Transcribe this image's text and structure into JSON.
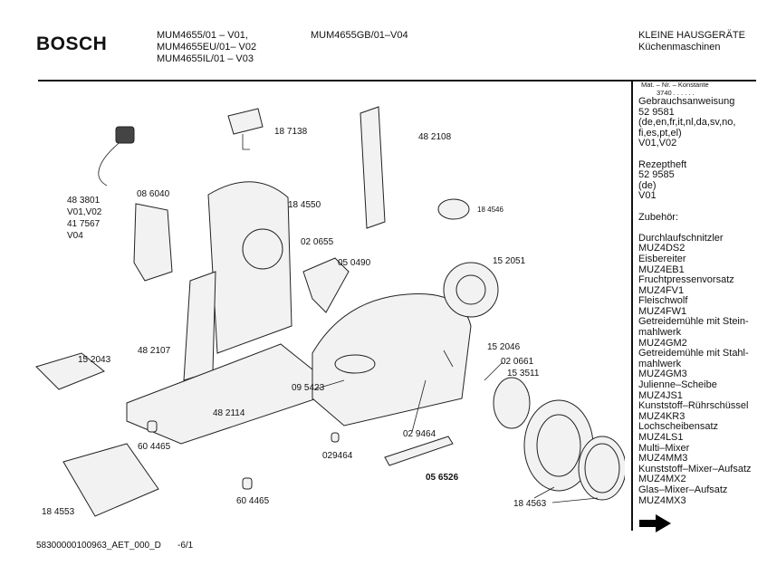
{
  "header": {
    "brand": "BOSCH",
    "models": [
      "MUM4655/01     – V01,",
      "MUM4655EU/01– V02",
      "MUM4655IL/01   – V03"
    ],
    "model_extra": "MUM4655GB/01–V04",
    "category": "KLEINE HAUSGERÄTE",
    "subcategory": "Küchenmaschinen"
  },
  "sidebar": {
    "mat_label": "Mat. – Nr. – Konstante",
    "mat_value": "3740  .  .  .  .  .  .",
    "manual": [
      "Gebrauchsanweisung",
      "52 9581",
      "(de,en,fr,it,nl,da,sv,no,",
      "fi,es,pt,el)",
      "V01,V02"
    ],
    "recipe": [
      "Rezeptheft",
      "52 9585",
      "(de)",
      "V01"
    ],
    "accessories_title": "Zubehör:",
    "accessories": [
      "Durchlaufschnitzler",
      "MUZ4DS2",
      "Eisbereiter",
      "MUZ4EB1",
      "Fruchtpressenvorsatz",
      "MUZ4FV1",
      "Fleischwolf",
      "MUZ4FW1",
      "Getreidemühle mit Stein-",
      "mahlwerk",
      "MUZ4GM2",
      "Getreidemühle mit Stahl-",
      "mahlwerk",
      "MUZ4GM3",
      "Julienne–Scheibe",
      "MUZ4JS1",
      "Kunststoff–Rührschüssel",
      "MUZ4KR3",
      "Lochscheibensatz",
      "MUZ4LS1",
      "Multi–Mixer",
      "MUZ4MM3",
      "Kunststoff–Mixer–Aufsatz",
      "MUZ4MX2",
      "Glas–Mixer–Aufsatz",
      "MUZ4MX3"
    ],
    "next_icon": "arrow-right-icon"
  },
  "parts": [
    "18 7138",
    "48 2108",
    "48 3801",
    "V01,V02",
    "41 7567",
    "V04",
    "08 6040",
    "18 4550",
    "18 4546",
    "02 0655",
    "05 0490",
    "15 2051",
    "48 2107",
    "15 2043",
    "15 2046",
    "02 0661",
    "15 3511",
    "09 5423",
    "48 2114",
    "02 9464",
    "029464",
    "60 4465",
    "05 6526",
    "60 4465",
    "18 4563",
    "18 4553"
  ],
  "footer": {
    "doc_id": "58300000100963_AET_000_D",
    "page": "-6/1"
  }
}
